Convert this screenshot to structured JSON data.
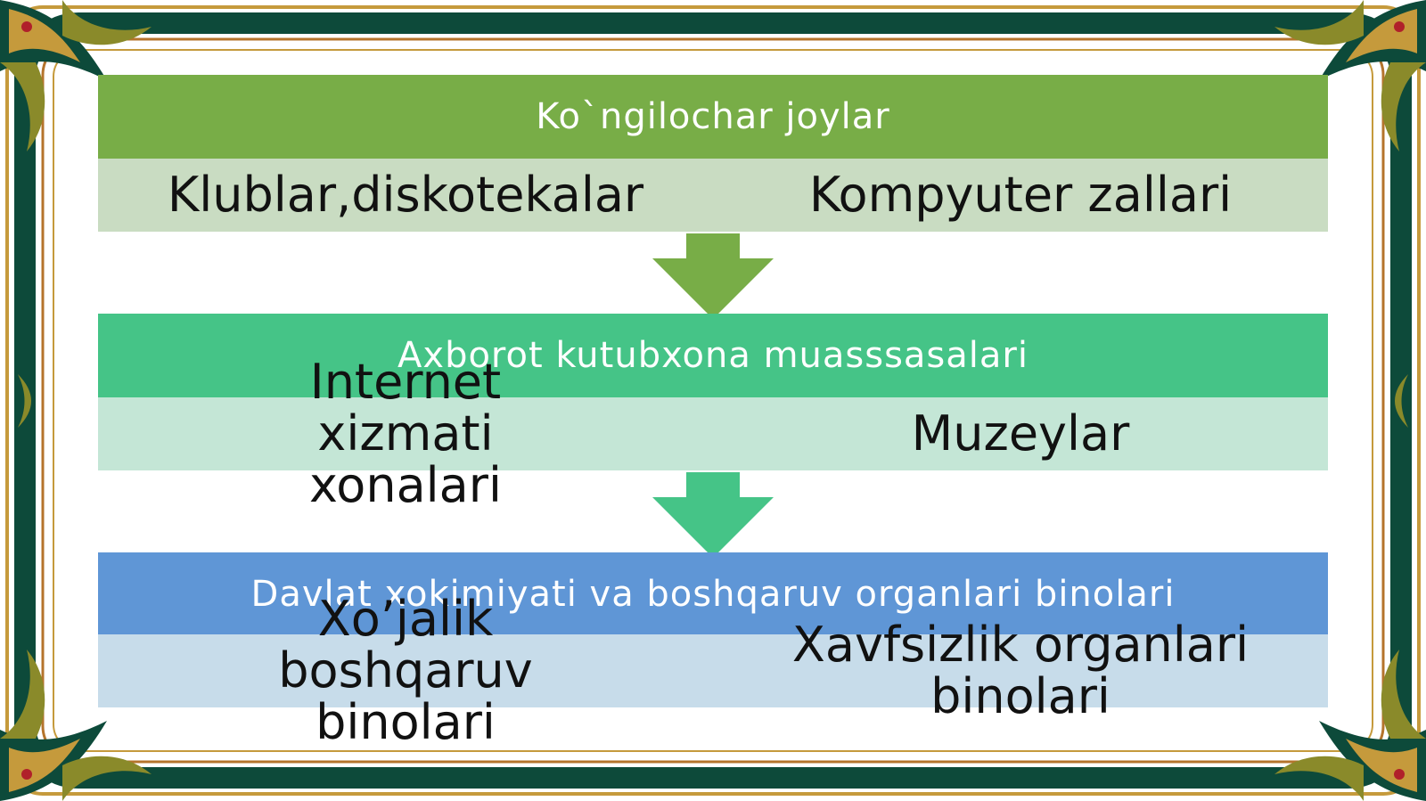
{
  "sections": [
    {
      "title": "Ko`ngilochar joylar",
      "items": [
        "Klublar,diskotekalar",
        "Kompyuter zallari"
      ]
    },
    {
      "title": "Axborot kutubxona muasssasalari",
      "items": [
        "Internet xizmati xonalari",
        "Muzeylar"
      ]
    },
    {
      "title": "Davlat xokimiyati va boshqaruv organlari binolari",
      "items": [
        "Xo’jalik boshqaruv binolari",
        "Xavfsizlik organlari binolari"
      ]
    }
  ],
  "colors": {
    "section1_header": "#78ad47",
    "section1_body": "#c9dcc2",
    "section2_header": "#45c487",
    "section2_body": "#c4e6d6",
    "section3_header": "#5f96d6",
    "section3_body": "#c7dcea",
    "arrow1": "#78ad47",
    "arrow2": "#45c487",
    "frame_dark": "#0d4a3a",
    "frame_gold": "#c59a3c"
  }
}
